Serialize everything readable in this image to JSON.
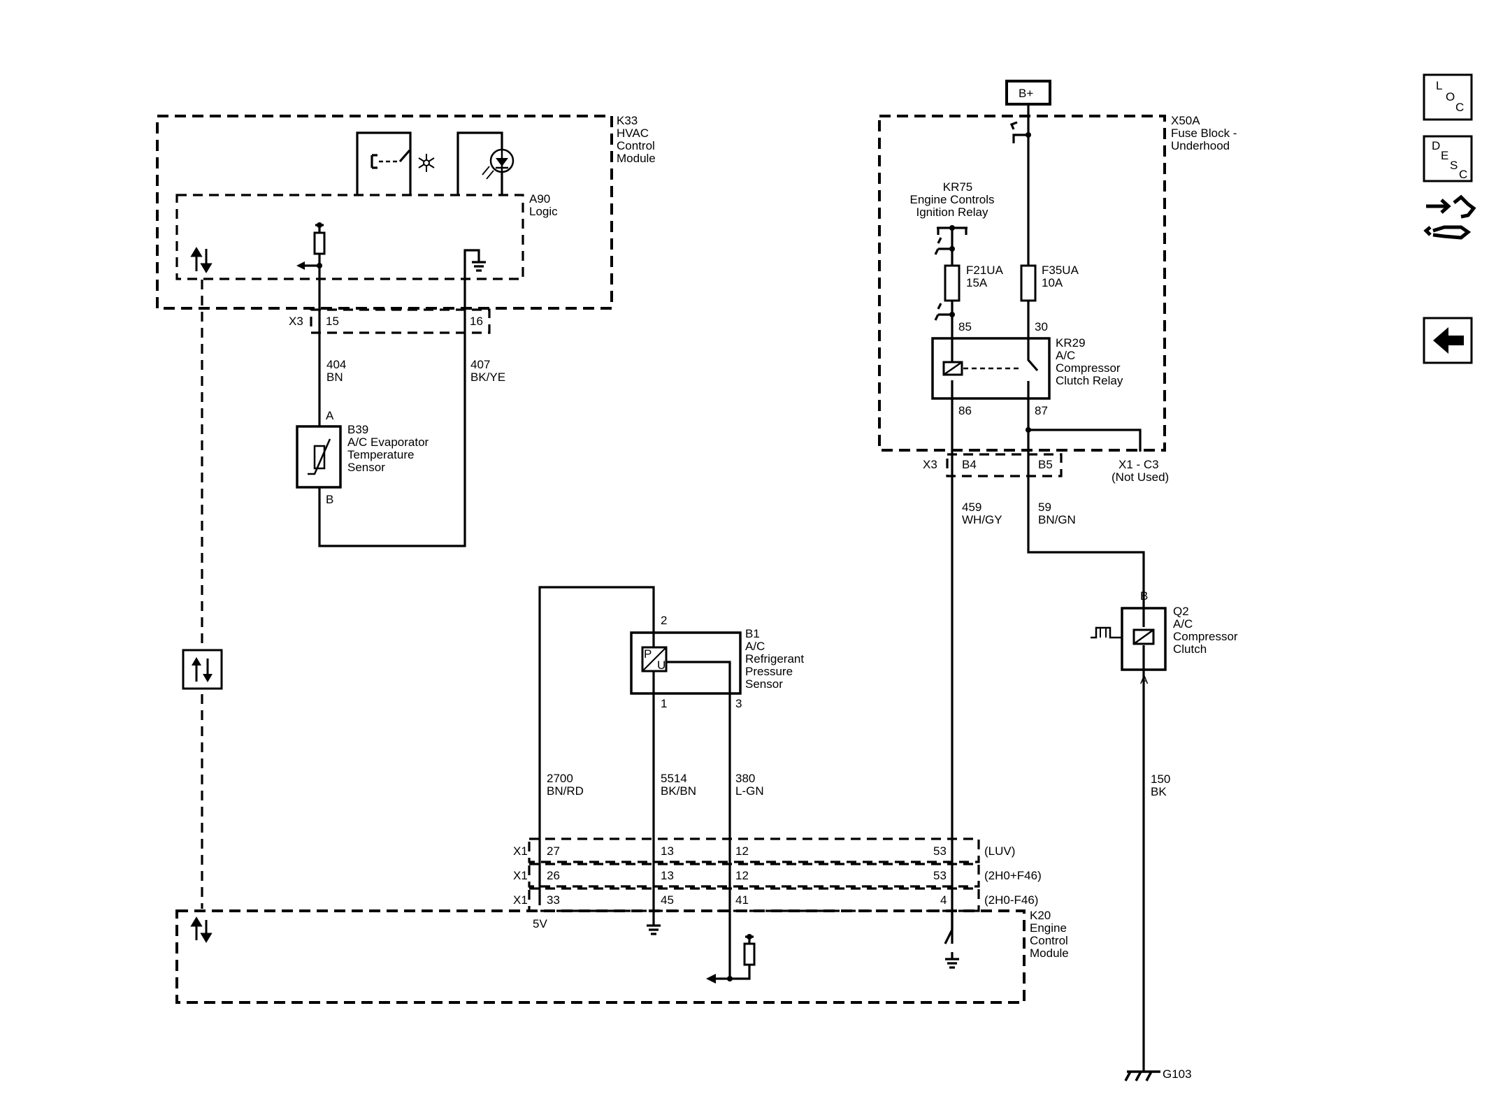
{
  "nav": {
    "loc_label": [
      "L",
      "O",
      "C"
    ],
    "desc_label": [
      "D",
      "E",
      "S",
      "C"
    ]
  },
  "power": {
    "label": "B+"
  },
  "k33": {
    "id": "K33",
    "lines": [
      "HVAC",
      "Control",
      "Module"
    ]
  },
  "a90": {
    "id": "A90",
    "line": "Logic"
  },
  "x50a": {
    "id": "X50A",
    "lines": [
      "Fuse Block -",
      "Underhood"
    ]
  },
  "kr75": {
    "id": "KR75",
    "lines": [
      "Engine Controls",
      "Ignition Relay"
    ]
  },
  "f21ua": {
    "id": "F21UA",
    "rating": "15A"
  },
  "f35ua": {
    "id": "F35UA",
    "rating": "10A"
  },
  "kr29": {
    "id": "KR29",
    "lines": [
      "A/C",
      "Compressor",
      "Clutch Relay"
    ],
    "pins": [
      "85",
      "30",
      "86",
      "87"
    ]
  },
  "x3_top": {
    "connector": "X3",
    "pins": [
      "15",
      "16"
    ]
  },
  "x3_fuse": {
    "connector": "X3",
    "pins": [
      "B4",
      "B5"
    ],
    "x1c3": "X1 - C3",
    "not_used": "(Not Used)"
  },
  "wires": {
    "w404": {
      "circuit": "404",
      "color": "BN"
    },
    "w407": {
      "circuit": "407",
      "color": "BK/YE"
    },
    "w459": {
      "circuit": "459",
      "color": "WH/GY"
    },
    "w59": {
      "circuit": "59",
      "color": "BN/GN"
    },
    "w2700": {
      "circuit": "2700",
      "color": "BN/RD"
    },
    "w5514": {
      "circuit": "5514",
      "color": "BK/BN"
    },
    "w380": {
      "circuit": "380",
      "color": "L-GN"
    },
    "w150": {
      "circuit": "150",
      "color": "BK"
    }
  },
  "b39": {
    "id": "B39",
    "lines": [
      "A/C Evaporator",
      "Temperature",
      "Sensor"
    ],
    "pin_a": "A",
    "pin_b": "B"
  },
  "b1": {
    "id": "B1",
    "lines": [
      "A/C",
      "Refrigerant",
      "Pressure",
      "Sensor"
    ],
    "pins": [
      "2",
      "1",
      "3"
    ],
    "p": "P",
    "u": "U"
  },
  "q2": {
    "id": "Q2",
    "lines": [
      "A/C",
      "Compressor",
      "Clutch"
    ],
    "pin_b": "B",
    "pin_a": "A"
  },
  "x1_rows": [
    {
      "connector": "X1",
      "pins": [
        "27",
        "13",
        "12",
        "53"
      ],
      "variant": "(LUV)"
    },
    {
      "connector": "X1",
      "pins": [
        "26",
        "13",
        "12",
        "53"
      ],
      "variant": "(2H0+F46)"
    },
    {
      "connector": "X1",
      "pins": [
        "33",
        "45",
        "41",
        "4"
      ],
      "variant": "(2H0-F46)"
    }
  ],
  "k20": {
    "id": "K20",
    "lines": [
      "Engine",
      "Control",
      "Module"
    ],
    "v5": "5V"
  },
  "ground": {
    "label": "G103"
  }
}
